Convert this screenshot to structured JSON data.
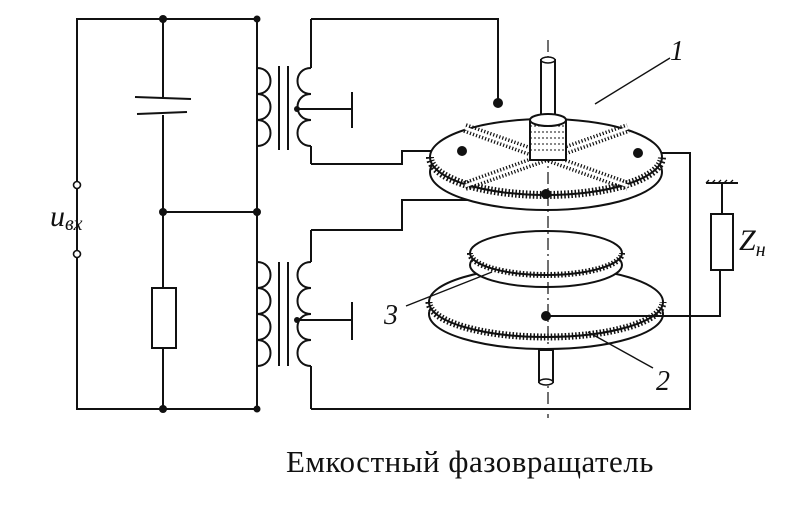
{
  "labels": {
    "input_voltage": "u",
    "input_voltage_sub": "вх",
    "load": "Z",
    "load_sub": "н",
    "part_1": "1",
    "part_2": "2",
    "part_3": "3"
  },
  "caption": "Емкостный фазовращатель"
}
